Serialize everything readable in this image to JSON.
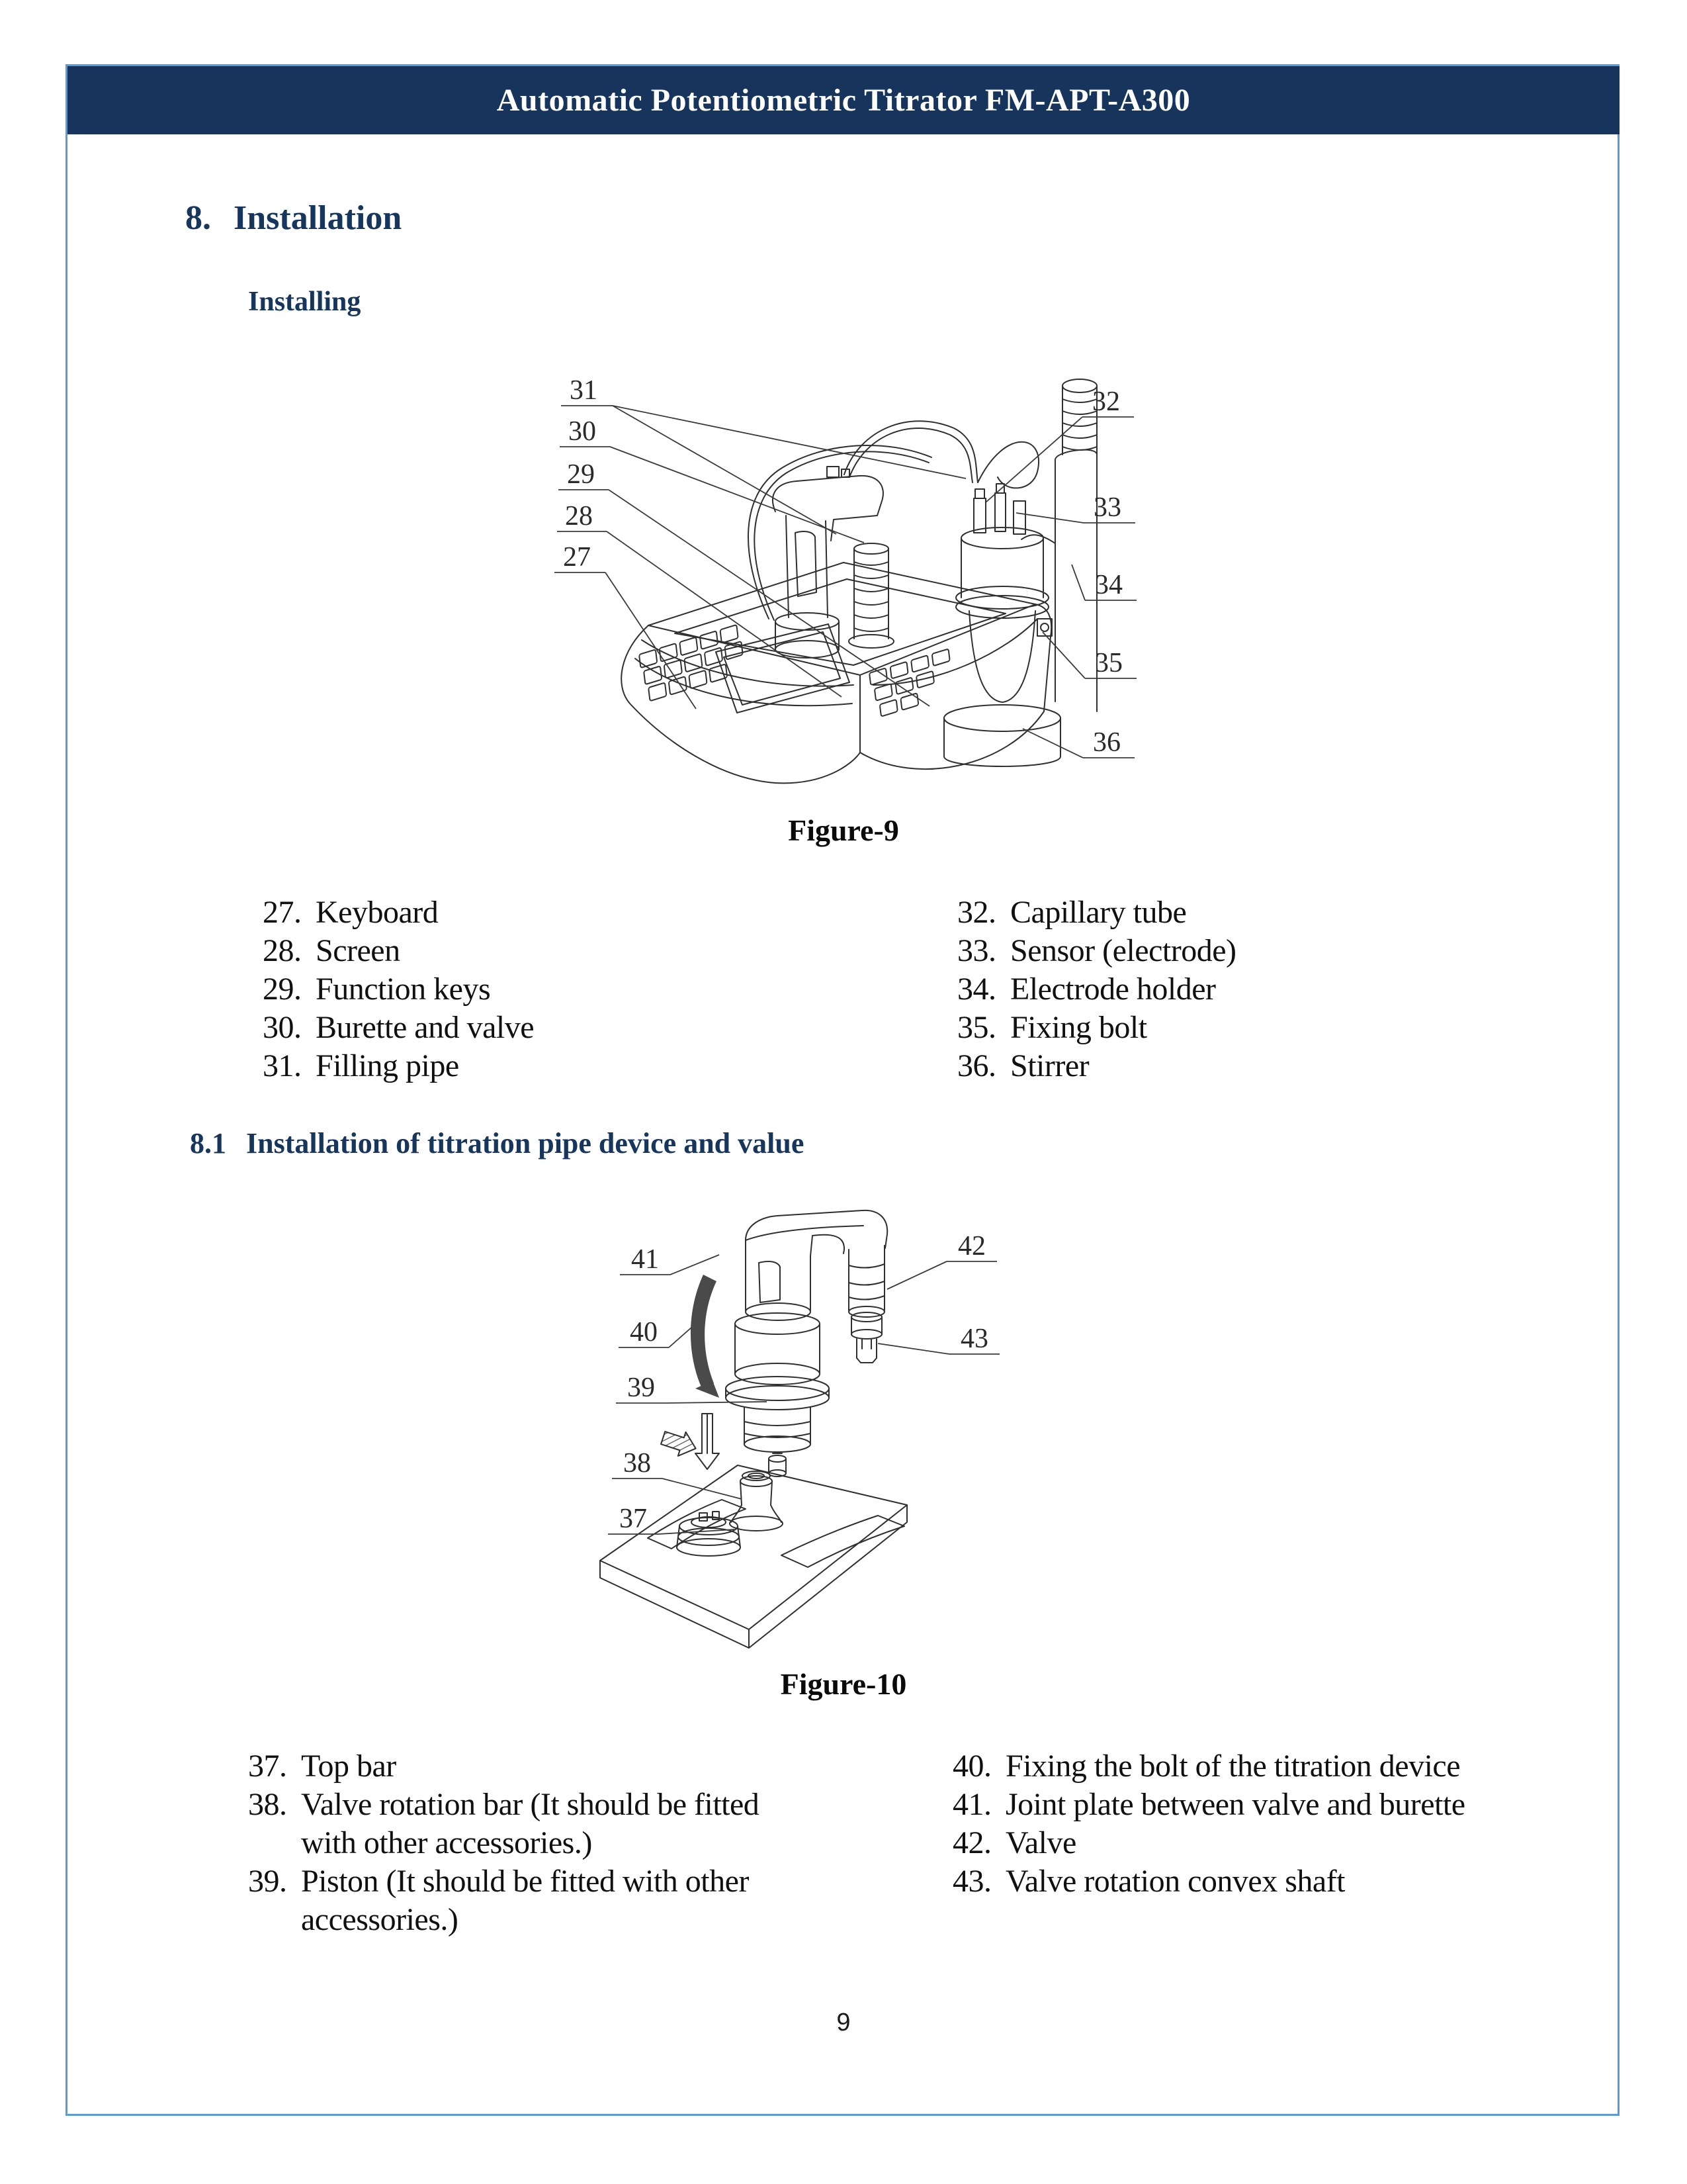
{
  "header": {
    "title": "Automatic Potentiometric Titrator FM-APT-A300"
  },
  "section8": {
    "number": "8.",
    "title": "Installation"
  },
  "subheading": "Installing",
  "figure9": {
    "caption": "Figure-9",
    "callouts": [
      "31",
      "30",
      "29",
      "28",
      "27",
      "32",
      "33",
      "34",
      "35",
      "36"
    ]
  },
  "figure9_parts": {
    "left": [
      {
        "num": "27.",
        "text": "Keyboard"
      },
      {
        "num": "28.",
        "text": "Screen"
      },
      {
        "num": "29.",
        "text": "Function keys"
      },
      {
        "num": "30.",
        "text": "Burette and valve"
      },
      {
        "num": "31.",
        "text": "Filling pipe"
      }
    ],
    "right": [
      {
        "num": "32.",
        "text": "Capillary tube"
      },
      {
        "num": "33.",
        "text": "Sensor (electrode)"
      },
      {
        "num": "34.",
        "text": "Electrode holder"
      },
      {
        "num": "35.",
        "text": "Fixing bolt"
      },
      {
        "num": "36.",
        "text": "Stirrer"
      }
    ]
  },
  "section81": {
    "number": "8.1",
    "title": "Installation of titration pipe device and value"
  },
  "figure10": {
    "caption": "Figure-10",
    "callouts": [
      "41",
      "40",
      "39",
      "38",
      "37",
      "42",
      "43"
    ]
  },
  "figure10_parts": {
    "left": [
      {
        "num": "37.",
        "text": "Top bar"
      },
      {
        "num": "38.",
        "text": "Valve rotation bar (It should be fitted with other accessories.)"
      },
      {
        "num": "39.",
        "text": "Piston (It should be fitted with other accessories.)"
      }
    ],
    "right": [
      {
        "num": "40.",
        "text": "Fixing the bolt of the titration device"
      },
      {
        "num": "41.",
        "text": "Joint plate between valve and burette"
      },
      {
        "num": "42.",
        "text": "Valve"
      },
      {
        "num": "43.",
        "text": "Valve rotation convex shaft"
      }
    ]
  },
  "footer": {
    "page_number": "9"
  },
  "colors": {
    "accent_navy": "#17365D",
    "header_bar": "#16345C",
    "page_border_blue": "#5B9BD5",
    "line_art": "#2f2f2f"
  }
}
